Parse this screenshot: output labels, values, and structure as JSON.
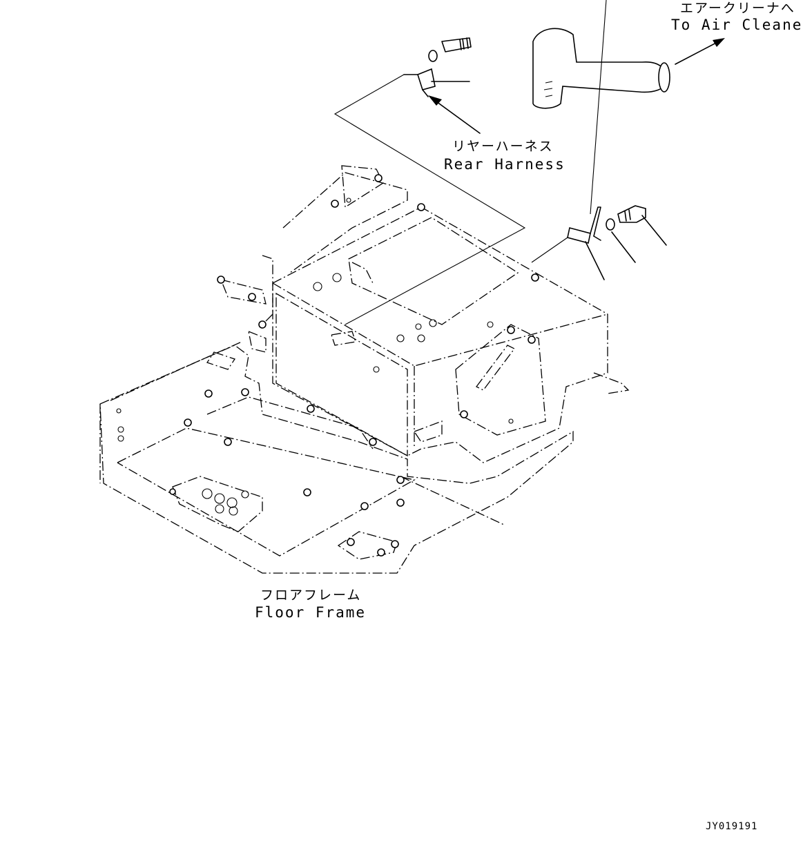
{
  "labels": {
    "air_cleaner_jp": "エアークリーナへ",
    "air_cleaner_en": "To Air Cleaner",
    "rear_harness_jp": "リヤーハーネス",
    "rear_harness_en": "Rear Harness",
    "floor_frame_jp": "フロアフレーム",
    "floor_frame_en": "Floor Frame"
  },
  "drawing_code": "JY019191"
}
